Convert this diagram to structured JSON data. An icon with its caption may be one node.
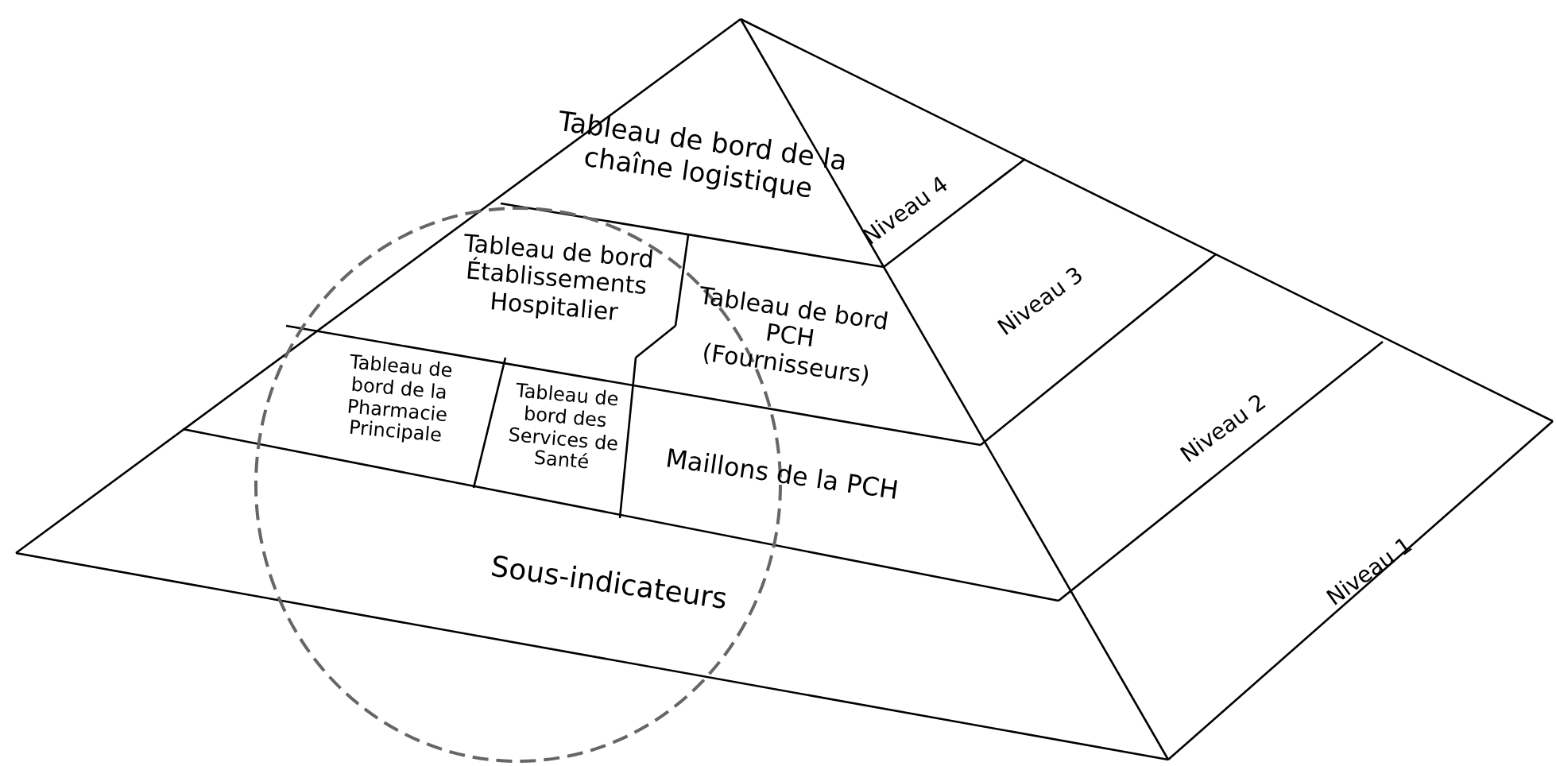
{
  "diagram": {
    "nodes": [
      {
        "text": [
          "Tableau de bord de la chaîne logistique"
        ]
      },
      {
        "text": [
          "Tableau de bord Établissements Hospitalier"
        ]
      },
      {
        "text": [
          "Tableau de bord PCH (Fournisseurs)"
        ]
      },
      {
        "text": [
          "Tableau de bord de la Pharmacie Principale"
        ]
      },
      {
        "text": [
          "Tableau de bord des Services de Santé"
        ]
      },
      {
        "text": [
          "Maillons de la PCH"
        ]
      },
      {
        "text": [
          "Sous-indicateurs"
        ]
      },
      {
        "text": [
          "Niveau 4"
        ]
      },
      {
        "text": [
          "Niveau 3"
        ]
      },
      {
        "text": [
          "Niveau 2"
        ]
      },
      {
        "text": [
          "Niveau 1"
        ]
      }
    ],
    "edges": []
  }
}
